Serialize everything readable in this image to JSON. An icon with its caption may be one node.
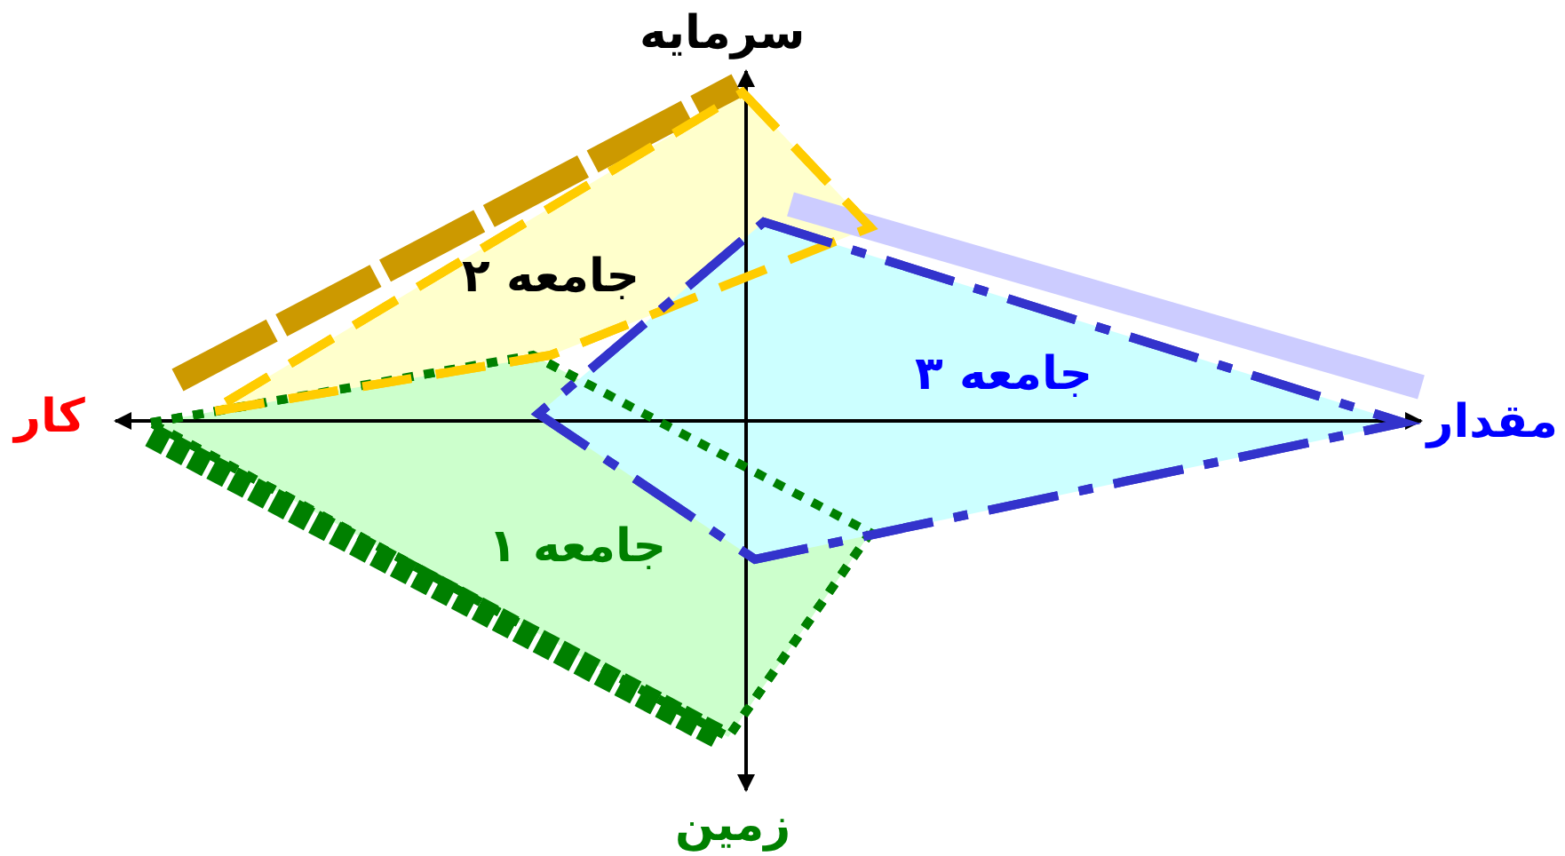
{
  "diagram": {
    "nodes": [
      {
        "text": [
          "جامعه ۲"
        ]
      },
      {
        "text": [
          "جامعه ۳"
        ]
      },
      {
        "text": [
          "جامعه ۱"
        ]
      }
    ],
    "labels": [
      "سرمایه",
      "کار",
      "مقدار",
      "زمین"
    ]
  }
}
